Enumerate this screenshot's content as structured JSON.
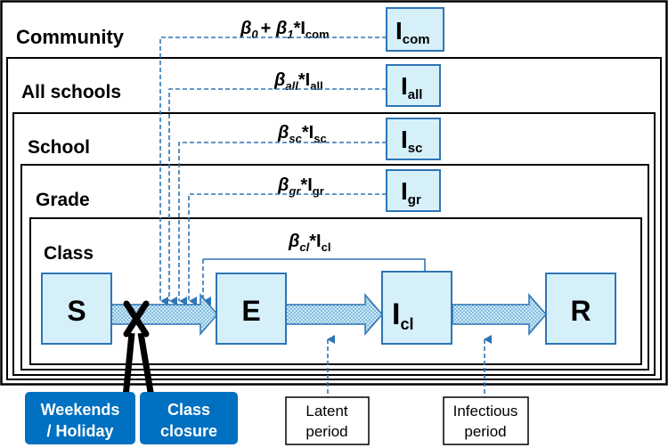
{
  "levels": {
    "community": "Community",
    "all_schools": "All schools",
    "school": "School",
    "grade": "Grade",
    "class": "Class"
  },
  "infection_boxes": {
    "com": {
      "main": "I",
      "sub": "com"
    },
    "all": {
      "main": "I",
      "sub": "all"
    },
    "sc": {
      "main": "I",
      "sub": "sc"
    },
    "gr": {
      "main": "I",
      "sub": "gr"
    }
  },
  "formulas": {
    "com": {
      "b0": "β",
      "b0_sub": "0",
      "plus": "+ ",
      "b1": "β",
      "b1_sub": "1",
      "star": "*I",
      "i_sub": "com"
    },
    "all": {
      "beta": "β",
      "beta_sub": "all",
      "star": "*I",
      "i_sub": "all"
    },
    "sc": {
      "beta": "β",
      "beta_sub": "sc",
      "star": "*I",
      "i_sub": "sc"
    },
    "gr": {
      "beta": "β",
      "beta_sub": "gr",
      "star": "*I",
      "i_sub": "gr"
    },
    "cl": {
      "beta": "β",
      "beta_sub": "cl",
      "star": "*I",
      "i_sub": "cl"
    }
  },
  "states": {
    "s": "S",
    "e": "E",
    "i_main": "I",
    "i_sub": "cl",
    "r": "R"
  },
  "interventions": {
    "weekends_line1": "Weekends",
    "weekends_line2": "/ Holiday",
    "class_line1": "Class",
    "class_line2": "closure"
  },
  "periods": {
    "latent_line1": "Latent",
    "latent_line2": "period",
    "infectious_line1": "Infectious",
    "infectious_line2": "period"
  },
  "colors": {
    "box_fill": "#d6f0fa",
    "box_stroke": "#2e75b6",
    "dashed": "#2e75b6",
    "intervention_fill": "#0070c0",
    "arrow_fill": "#bde5f5"
  }
}
